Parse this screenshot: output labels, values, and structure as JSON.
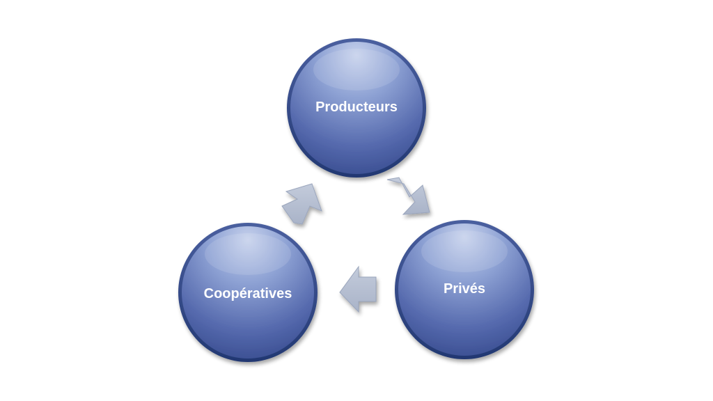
{
  "nodes": [
    {
      "id": "producteurs",
      "label": "Producteurs"
    },
    {
      "id": "prives",
      "label": "Privés"
    },
    {
      "id": "cooperatives",
      "label": "Coopératives"
    }
  ],
  "flows": [
    {
      "from": "producteurs",
      "to": "prives"
    },
    {
      "from": "prives",
      "to": "cooperatives"
    },
    {
      "from": "cooperatives",
      "to": "producteurs"
    }
  ],
  "colors": {
    "circle_light": "#b4c2e2",
    "circle_mid": "#7389c4",
    "circle_dark": "#3c5296",
    "circle_edge": "#2f4682",
    "arrow_fill": "#b6bfd1",
    "arrow_stroke": "#98a3ba"
  }
}
